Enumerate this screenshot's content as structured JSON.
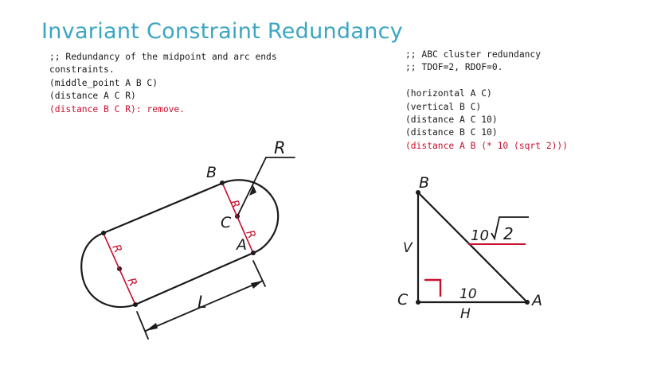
{
  "title": "Invariant Constraint Redundancy",
  "left_code": {
    "lines": [
      ";; Redundancy of the midpoint and arc ends",
      "constraints.",
      "(middle_point A B C)",
      "(distance A C R)",
      "(distance B C R): remove."
    ]
  },
  "right_code": {
    "lines": [
      ";; ABC cluster redundancy",
      ";; TDOF=2, RDOF=0.",
      "",
      "(horizontal A C)",
      "(vertical B C)",
      "(distance A C 10)",
      "(distance B C 10)",
      "(distance A B (* 10 (sqrt 2)))"
    ]
  },
  "left_diagram": {
    "labels": {
      "B": "B",
      "C": "C",
      "A": "A",
      "R_arrow": "R",
      "R_left_top": "R",
      "R_left_bottom": "R",
      "R_right_top": "R",
      "R_right_bottom": "R",
      "L": "L"
    }
  },
  "right_diagram": {
    "labels": {
      "B": "B",
      "C": "C",
      "A": "A",
      "V": "V",
      "H": "H",
      "horizontal_value": "10",
      "hypotenuse_coef": "10",
      "hypotenuse_radicand": "2"
    }
  },
  "colors": {
    "title": "#3ba6c1",
    "text": "#1a1a1a",
    "highlight": "#c8102e"
  }
}
